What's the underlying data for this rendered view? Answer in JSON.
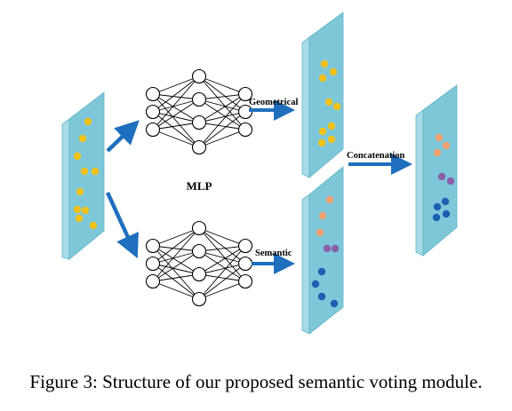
{
  "labels": {
    "geometrical": "Geometrical",
    "mlp": "MLP",
    "semantic": "Semantic",
    "concatenation": "Concatenation"
  },
  "caption": "Figure 3: Structure of our proposed semantic voting module.",
  "colors": {
    "plane_front": "#7ec7d9",
    "plane_side": "#a8dbe7",
    "plane_edge": "#5fb3c8",
    "arrow": "#1f6fbe",
    "yellow_point": "#f2c21a",
    "orange_point": "#f0a070",
    "purple_point": "#8a5ea8",
    "blue_point": "#1d5fb0",
    "node_stroke": "#000000",
    "node_fill": "#ffffff"
  },
  "icons": [
    "arrow-right-icon",
    "arrow-diagonal-icon",
    "neural-network-icon",
    "point-icon"
  ]
}
